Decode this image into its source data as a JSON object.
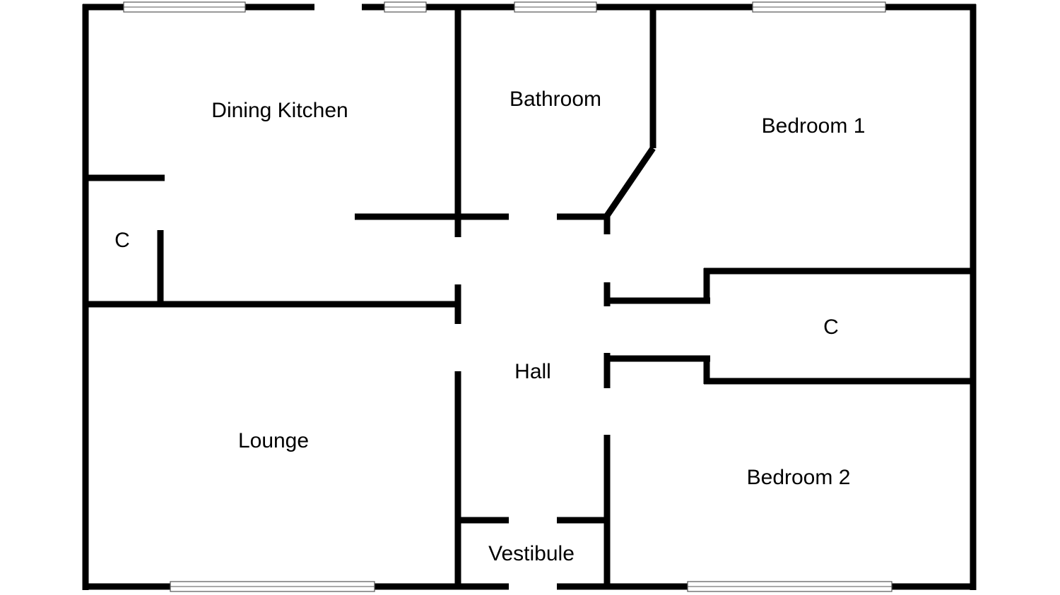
{
  "floor_plan": {
    "colors": {
      "wall": "#000000",
      "background": "#ffffff",
      "window_outline": "#555555"
    },
    "rooms": {
      "dining_kitchen": "Dining Kitchen",
      "bathroom": "Bathroom",
      "bedroom_1": "Bedroom 1",
      "cupboard_left": "C",
      "cupboard_right": "C",
      "hall": "Hall",
      "lounge": "Lounge",
      "bedroom_2": "Bedroom 2",
      "vestibule": "Vestibule"
    }
  }
}
